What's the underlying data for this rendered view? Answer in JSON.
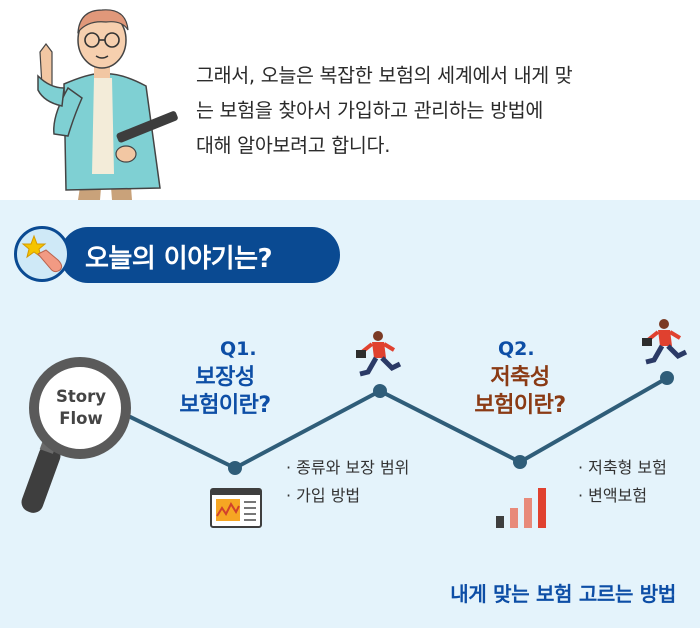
{
  "intro": {
    "line1": "그래서, 오늘은 복잡한 보험의 세계에서 내게 맞",
    "line2": "는 보험을 찾아서 가입하고 관리하는 방법에",
    "line3": "대해 알아보려고 합니다."
  },
  "section_title": "오늘의 이야기는?",
  "magnifier": {
    "line1": "Story",
    "line2": "Flow"
  },
  "q1": {
    "label": "Q1.",
    "title_line1": "보장성",
    "title_line2": "보험이란?",
    "bullets": [
      "· 종류와 보장 범위",
      "· 가입 방법"
    ]
  },
  "q2": {
    "label": "Q2.",
    "title_line1": "저축성",
    "title_line2": "보험이란?",
    "bullets": [
      "· 저축형 보험",
      "· 변액보험"
    ]
  },
  "footer": "내게 맞는 보험 고르는 방법",
  "colors": {
    "navy": "#0a4a92",
    "blue_text": "#0d4ea6",
    "brown_text": "#8a3a14",
    "light_bg": "#e4f3fb",
    "line": "#2f5d79"
  },
  "icons": [
    "person-pointing-icon",
    "star-finger-icon",
    "magnifier-icon",
    "runner-icon",
    "monitor-chart-icon",
    "bar-chart-icon"
  ]
}
